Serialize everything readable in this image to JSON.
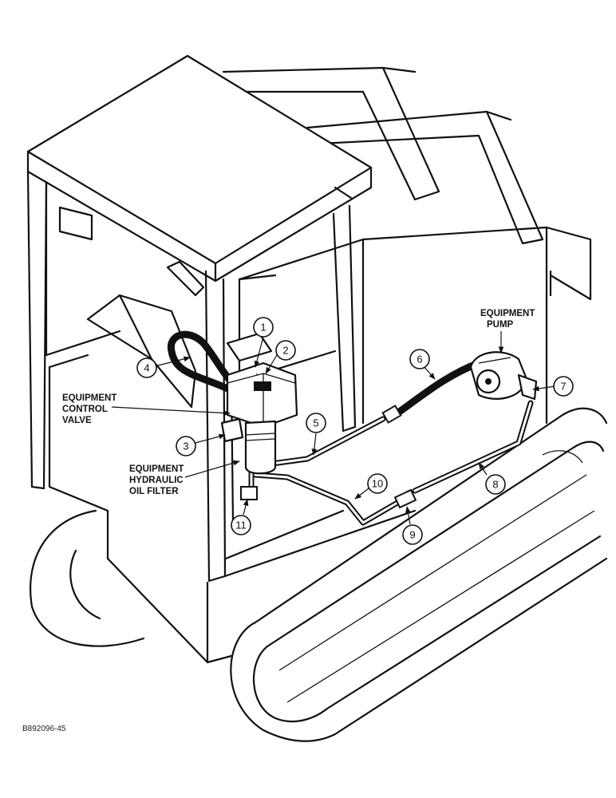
{
  "labels": {
    "equipment_pump": [
      "EQUIPMENT",
      "PUMP"
    ],
    "control_valve": [
      "EQUIPMENT",
      "CONTROL",
      "VALVE"
    ],
    "oil_filter": [
      "EQUIPMENT",
      "HYDRAULIC",
      "OIL FILTER"
    ]
  },
  "callouts": [
    "1",
    "2",
    "3",
    "4",
    "5",
    "6",
    "7",
    "8",
    "9",
    "10",
    "11"
  ],
  "drawing_code": "B892096-45"
}
